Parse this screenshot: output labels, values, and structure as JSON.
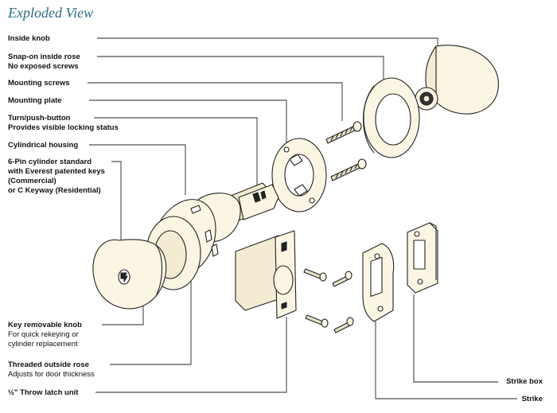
{
  "title": "Exploded View",
  "labels": {
    "inside_knob": {
      "title": "Inside knob"
    },
    "snap_rose": {
      "title": "Snap-on inside rose",
      "note": "No exposed screws"
    },
    "mounting_screws": {
      "title": "Mounting screws"
    },
    "mounting_plate": {
      "title": "Mounting plate"
    },
    "turn_button": {
      "title": "Turn/push-button",
      "note": "Provides visible locking status"
    },
    "cyl_housing": {
      "title": "Cylindrical housing"
    },
    "pin_cylinder": {
      "title": "6-Pin cylinder standard",
      "line2": "with Everest patented keys",
      "line3": "(Commercial)",
      "line4": "or C Keyway (Residential)"
    },
    "key_knob": {
      "title": "Key removable knob",
      "note": "For quick rekeying or",
      "note2": "cylinder replacement"
    },
    "outside_rose": {
      "title": "Threaded outside rose",
      "note": "Adjusts for door thickness"
    },
    "latch_unit": {
      "title": "½\" Throw latch unit"
    },
    "strike_box": {
      "title": "Strike box"
    },
    "strike": {
      "title": "Strike"
    }
  },
  "colors": {
    "part_fill": "#fbf6e4",
    "outline": "#222222",
    "title": "#2c6b86"
  }
}
